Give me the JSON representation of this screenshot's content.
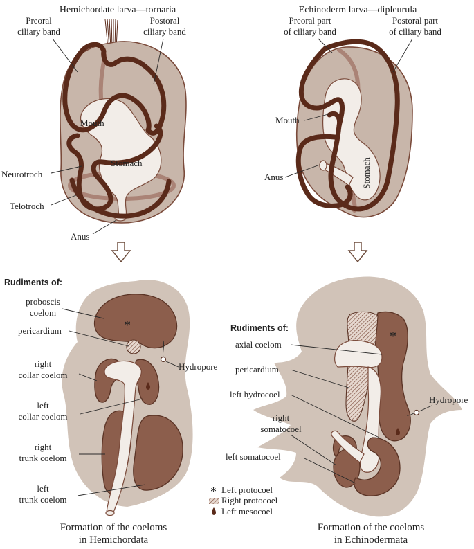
{
  "colors": {
    "body": "#c8b6aa",
    "body_outline": "#7a4a3a",
    "cloud": "#d1c3b8",
    "gut": "#f2ede8",
    "ciliary_band": "#5a2a1a",
    "coelom": "#8c5e4c",
    "coelom_outline": "#5a3325"
  },
  "hemichordate": {
    "title": "Hemichordate larva—tornaria",
    "labels": {
      "preoral_1": "Preoral",
      "preoral_2": "ciliary band",
      "postoral_1": "Postoral",
      "postoral_2": "ciliary band",
      "mouth": "Mouth",
      "stomach": "Stomach",
      "neurotroch": "Neurotroch",
      "telotroch": "Telotroch",
      "anus": "Anus"
    },
    "rudiments": {
      "heading": "Rudiments of:",
      "proboscis_1": "proboscis",
      "proboscis_2": "coelom",
      "pericardium": "pericardium",
      "right_collar_1": "right",
      "right_collar_2": "collar coelom",
      "left_collar_1": "left",
      "left_collar_2": "collar coelom",
      "right_trunk_1": "right",
      "right_trunk_2": "trunk coelom",
      "left_trunk_1": "left",
      "left_trunk_2": "trunk coelom",
      "hydropore": "Hydropore"
    },
    "caption_1": "Formation of the coeloms",
    "caption_2": "in Hemichordata"
  },
  "echinoderm": {
    "title": "Echinoderm larva—dipleurula",
    "labels": {
      "preoral_1": "Preoral part",
      "preoral_2": "of ciliary band",
      "postoral_1": "Postoral part",
      "postoral_2": "of ciliary band",
      "mouth": "Mouth",
      "stomach": "Stomach",
      "anus": "Anus"
    },
    "rudiments": {
      "heading": "Rudiments of:",
      "axial": "axial coelom",
      "pericardium": "pericardium",
      "left_hydrocoel": "left hydrocoel",
      "right_soma_1": "right",
      "right_soma_2": "somatocoel",
      "left_soma": "left somatocoel",
      "hydropore": "Hydropore"
    },
    "caption_1": "Formation of the coeloms",
    "caption_2": "in Echinodermata"
  },
  "legend": {
    "left_protocoel": "Left protocoel",
    "right_protocoel": "Right protocoel",
    "left_mesocoel": "Left mesocoel"
  }
}
